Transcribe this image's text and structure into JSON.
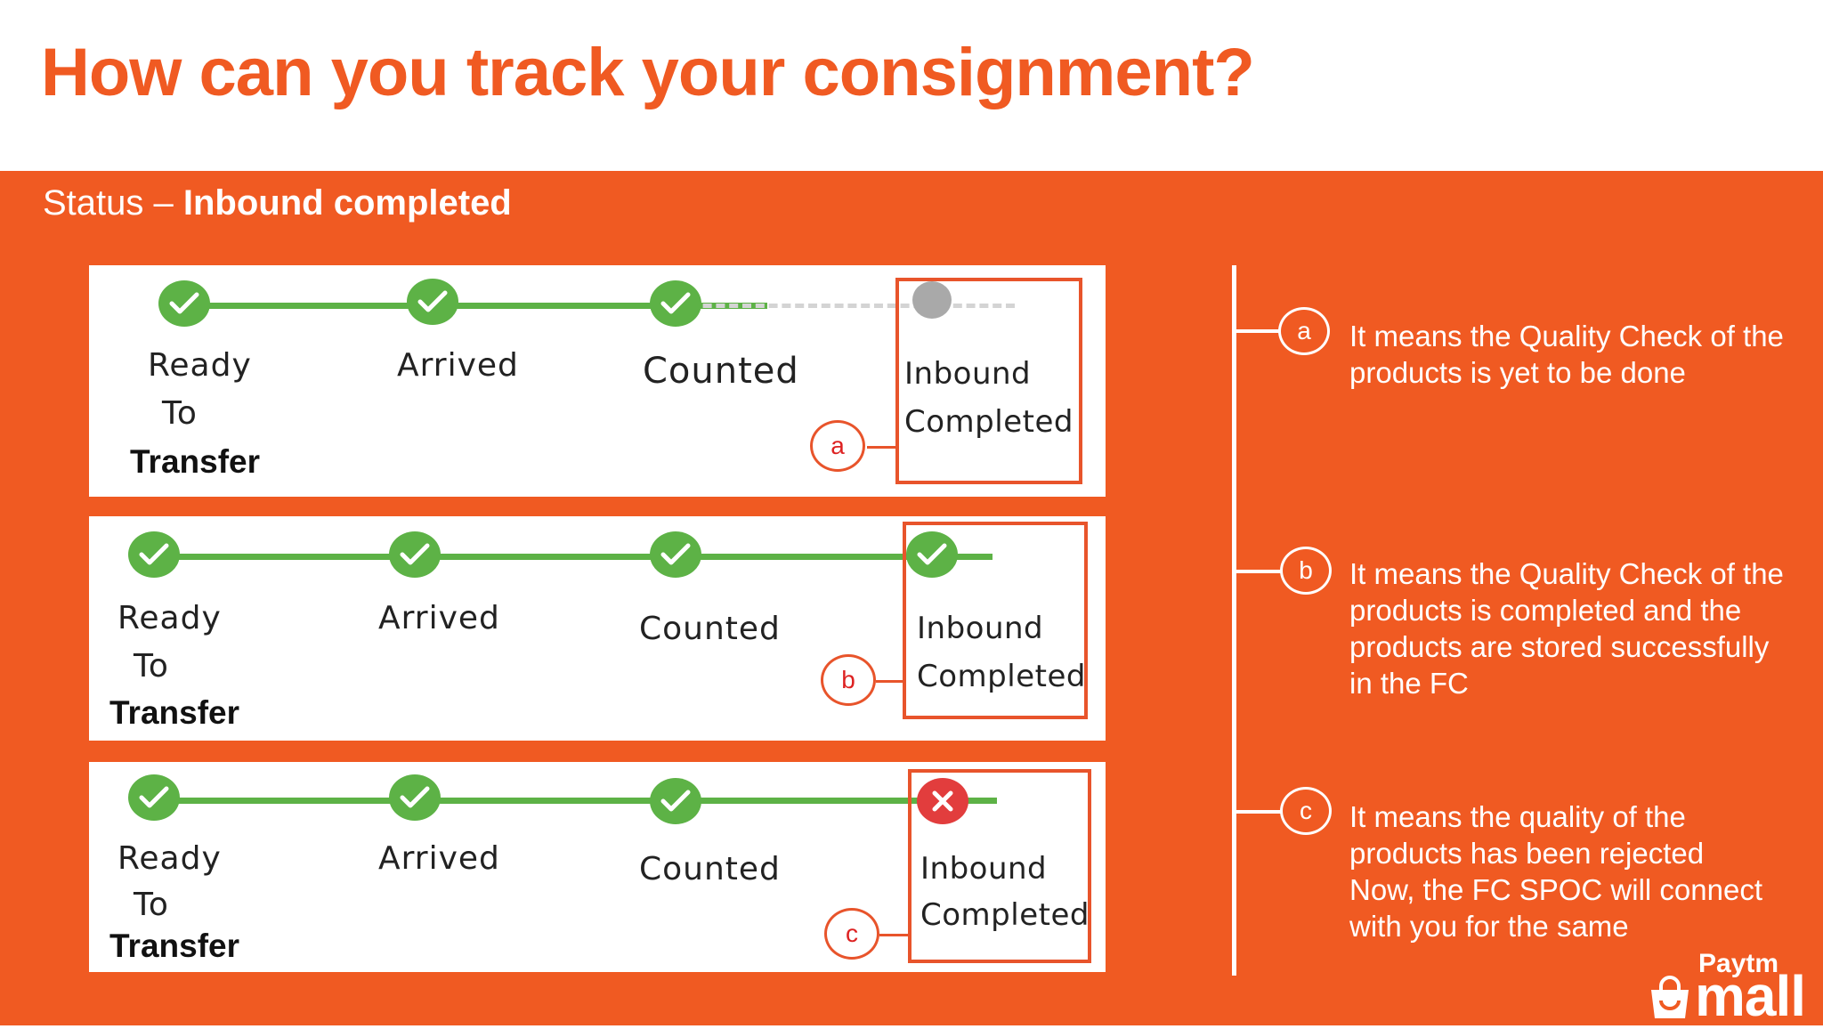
{
  "title": "How can you track your consignment?",
  "status": {
    "prefix": "Status – ",
    "value": "Inbound completed"
  },
  "steps": {
    "ready_line1": "Ready",
    "ready_line2": "To",
    "ready_line3": "Transfer",
    "arrived": "Arrived",
    "counted": "Counted",
    "inbound_line1": "Inbound",
    "inbound_line2": "Completed"
  },
  "scenarios": [
    {
      "marker": "a",
      "final_state": "pending",
      "description": "It means the Quality Check of the\nproducts is yet to be done"
    },
    {
      "marker": "b",
      "final_state": "completed",
      "description": "It means the Quality Check of the\nproducts is completed and  the\nproducts are stored successfully\nin the FC"
    },
    {
      "marker": "c",
      "final_state": "rejected",
      "description": "It means the quality of the\nproducts has been rejected\nNow, the FC SPOC will connect\nwith you for the same"
    }
  ],
  "logo": {
    "line1": "Paytm",
    "line2": "mall"
  },
  "colors": {
    "accent": "#F05A22",
    "success": "#5DB246",
    "pending": "#A9A9A9",
    "error": "#E23D3D"
  }
}
